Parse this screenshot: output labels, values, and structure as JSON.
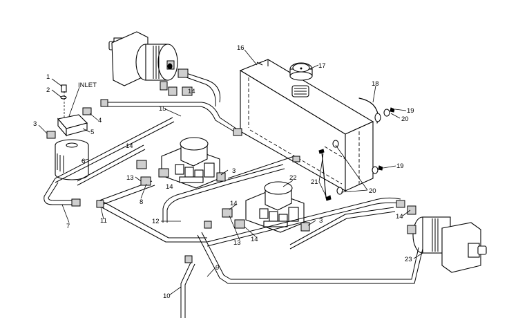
{
  "diagram": {
    "callouts": {
      "c1": "1",
      "c2": "2",
      "c3a": "3",
      "c3b": "3",
      "c3c": "3",
      "inlet": "INLET",
      "c4": "4",
      "c5": "5",
      "c6": "6",
      "c7": "7",
      "c8": "8",
      "c9": "9",
      "c10": "10",
      "c11": "11",
      "c12": "12",
      "c13a": "13",
      "c13b": "13",
      "c14a": "14",
      "c14b": "14",
      "c14c": "14",
      "c14d": "14",
      "c14e": "14",
      "c15": "15",
      "c16": "16",
      "c17": "17",
      "c18": "18",
      "c19a": "19",
      "c19b": "19",
      "c20a": "20",
      "c20b": "20",
      "c21": "21",
      "c22": "22",
      "c23": "23"
    }
  }
}
